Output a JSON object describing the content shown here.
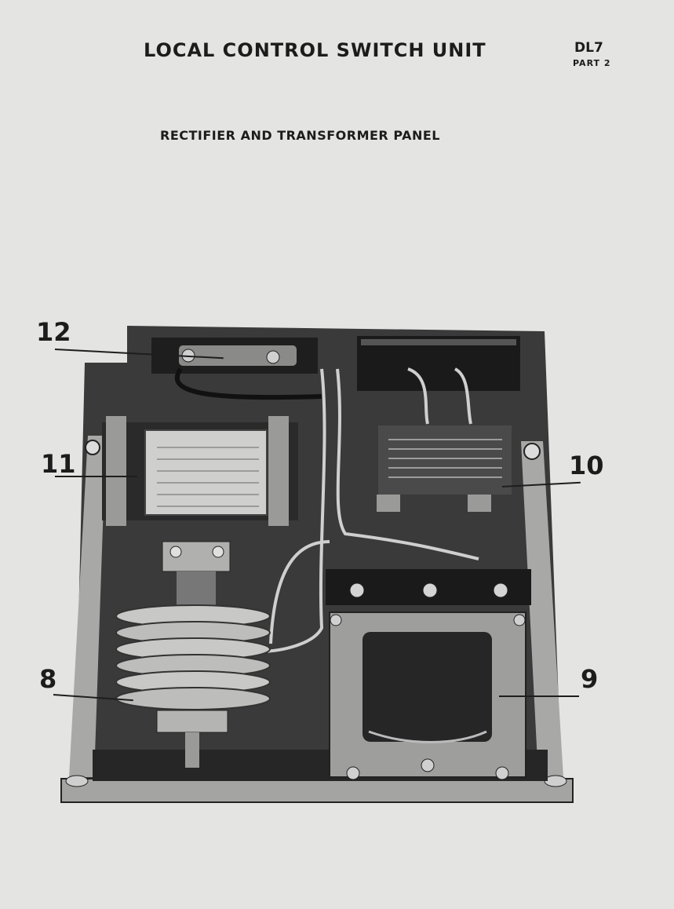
{
  "header": {
    "title": "LOCAL CONTROL SWITCH UNIT",
    "doc_ref": "DL7",
    "doc_part": "PART 2"
  },
  "section": {
    "title": "RECTIFIER AND TRANSFORMER PANEL"
  },
  "figure": {
    "callouts": [
      "12",
      "11",
      "10",
      "8",
      "9"
    ]
  },
  "colors": {
    "paper": "#e4e4e2",
    "panel": "#3c3c3c",
    "frame": "#a6a6a6"
  }
}
